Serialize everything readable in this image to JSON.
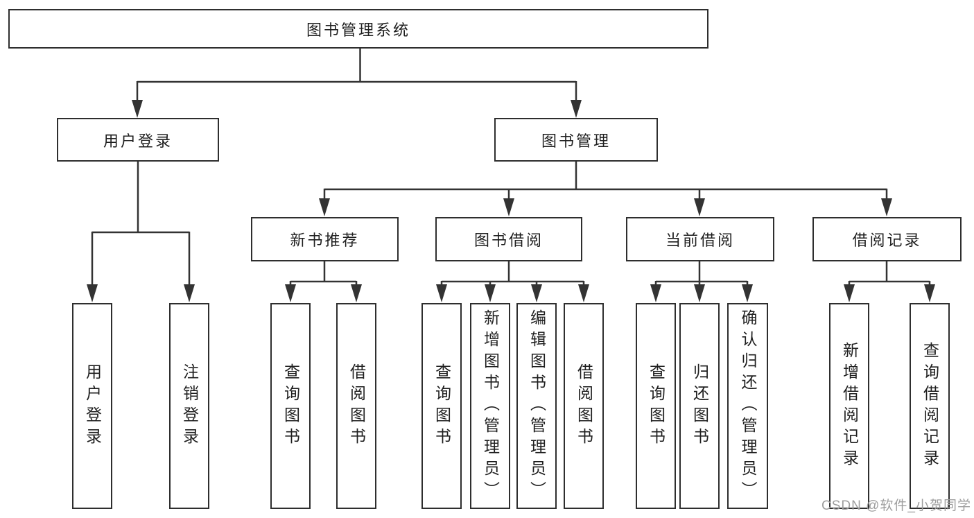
{
  "title": "图书管理系统",
  "watermark": "CSDN @软件_小贺同学",
  "colors": {
    "line": "#333333",
    "border": "#2e2e2e",
    "text": "#1f1f1f",
    "background": "#ffffff",
    "watermark": "#9e9e9e"
  },
  "tree": {
    "root": {
      "label": "图书管理系统",
      "children": [
        {
          "label": "用户登录",
          "children": [
            {
              "label": "用户登录"
            },
            {
              "label": "注销登录"
            }
          ]
        },
        {
          "label": "图书管理",
          "children": [
            {
              "label": "新书推荐",
              "children": [
                {
                  "label": "查询图书"
                },
                {
                  "label": "借阅图书"
                }
              ]
            },
            {
              "label": "图书借阅",
              "children": [
                {
                  "label": "查询图书"
                },
                {
                  "label": "新增图书（管理员）"
                },
                {
                  "label": "编辑图书（管理员）"
                },
                {
                  "label": "借阅图书"
                }
              ]
            },
            {
              "label": "当前借阅",
              "children": [
                {
                  "label": "查询图书"
                },
                {
                  "label": "归还图书"
                },
                {
                  "label": "确认归还（管理员）"
                }
              ]
            },
            {
              "label": "借阅记录",
              "children": [
                {
                  "label": "新增借阅记录"
                },
                {
                  "label": "查询借阅记录"
                }
              ]
            }
          ]
        }
      ]
    }
  }
}
